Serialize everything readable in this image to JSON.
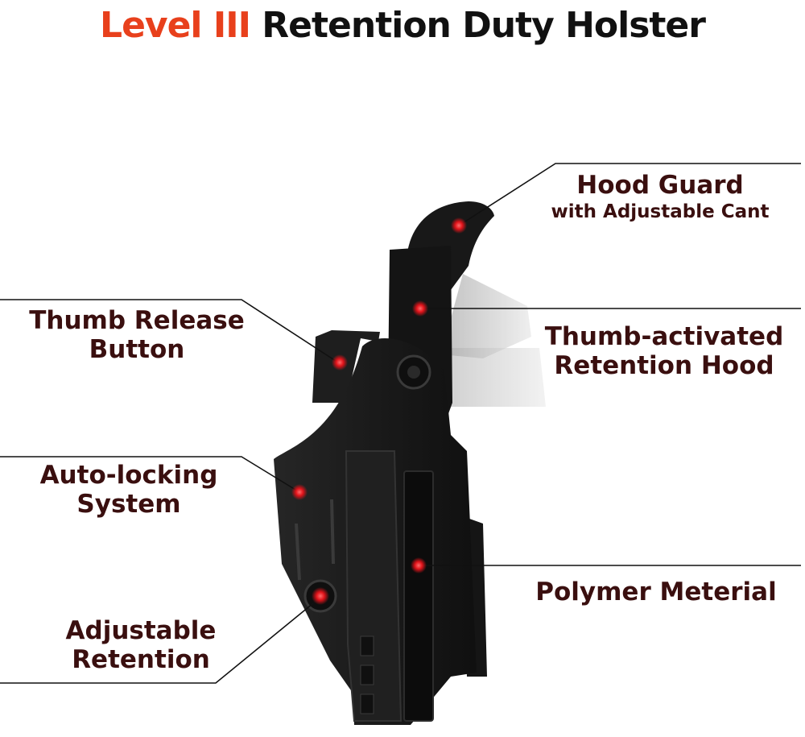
{
  "title": {
    "accent": "Level III",
    "main": "Retention Duty Holster",
    "accent_color": "#e8401c"
  },
  "callouts": [
    {
      "name": "hood-guard",
      "lines": [
        "Hood Guard"
      ],
      "sub": "with Adjustable Cant"
    },
    {
      "name": "thumb-release-button",
      "lines": [
        "Thumb Release",
        "Button"
      ]
    },
    {
      "name": "thumb-activated-retention-hood",
      "lines": [
        "Thumb-activated",
        "Retention Hood"
      ]
    },
    {
      "name": "auto-locking-system",
      "lines": [
        "Auto-locking",
        "System"
      ]
    },
    {
      "name": "polymer-material",
      "lines": [
        "Polymer Meterial"
      ]
    },
    {
      "name": "adjustable-retention",
      "lines": [
        "Adjustable",
        "Retention"
      ]
    }
  ],
  "colors": {
    "label_text": "#3a0f0f",
    "holster_body": "#1b1b1b",
    "marker_dot": "#e0131a",
    "leader_line": "#111111"
  }
}
